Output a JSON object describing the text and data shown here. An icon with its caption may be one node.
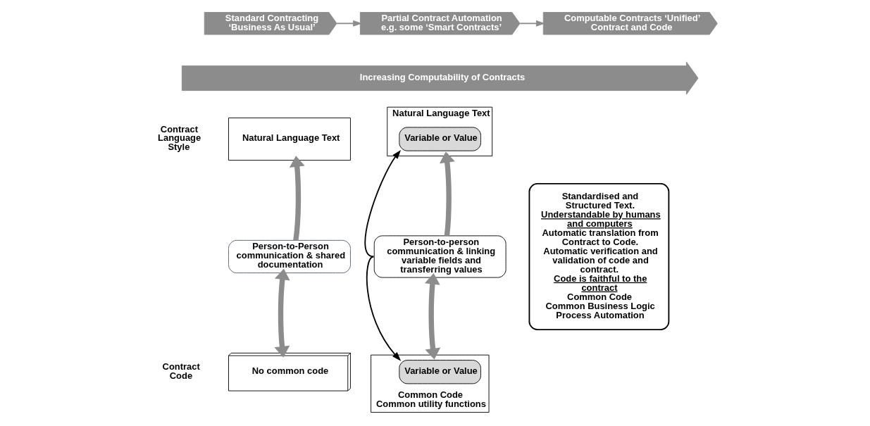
{
  "diagram": {
    "nodes": [
      {
        "text": [
          "Standard Contracting ‘Business As Usual’"
        ]
      },
      {
        "text": [
          "Partial Contract Automation e.g. some ‘Smart Contracts’"
        ]
      },
      {
        "text": [
          "Computable Contracts ‘Unified’ Contract and Code"
        ]
      },
      {
        "text": [
          "Increasing Computability of Contracts"
        ]
      },
      {
        "text": [
          "Natural Language Text"
        ]
      },
      {
        "text": [
          "Person-to-Person communication & shared documentation"
        ]
      },
      {
        "text": [
          "No common code"
        ]
      },
      {
        "text": [
          "Natural Language Text"
        ]
      },
      {
        "text": [
          "Variable or Value"
        ],
        "in": 7
      },
      {
        "text": [
          "Person-to-person communication & linking variable fields and transferring values"
        ]
      },
      {
        "text": [
          "Common Code",
          "Common utility functions"
        ]
      },
      {
        "text": [
          "Variable or Value"
        ],
        "in": 10
      },
      {
        "text": [
          "Standardised and Structured Text.",
          "Understandable by humans and computers",
          "Automatic translation from Contract to Code.",
          "Automatic verification and validation of code and contract.",
          "Code is faithful to the contract",
          "Common Code",
          "Common Business Logic",
          "Process Automation"
        ]
      }
    ],
    "edges": [
      {
        "from": 0,
        "to": 1,
        "arrow": "to"
      },
      {
        "from": 1,
        "to": 2,
        "arrow": "to"
      },
      {
        "from": 5,
        "to": 4,
        "arrow": "to",
        "style": "thick"
      },
      {
        "from": 5,
        "to": 6,
        "arrow": "both",
        "style": "thick"
      },
      {
        "from": 9,
        "to": 8,
        "arrow": "to",
        "color": "#000000"
      },
      {
        "from": 9,
        "to": 11,
        "arrow": "to",
        "color": "#000000"
      },
      {
        "from": 9,
        "to": 7,
        "arrow": "to",
        "style": "thick"
      },
      {
        "from": 9,
        "to": 10,
        "arrow": "both",
        "style": "thick"
      }
    ],
    "labels": [
      "Contract Language Style",
      "Contract Code"
    ]
  }
}
